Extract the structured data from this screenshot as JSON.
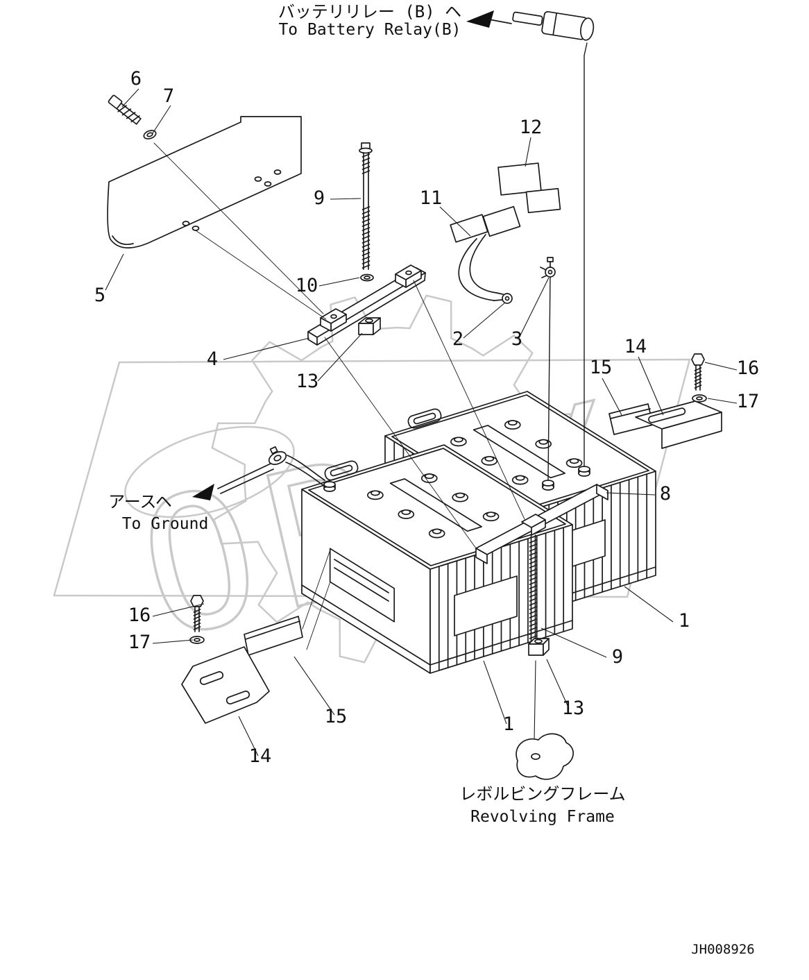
{
  "page": {
    "title_jp": "バッテリリレー (B) ヘ",
    "title_en": "To Battery Relay(B)",
    "ground_jp": "アースヘ",
    "ground_en": "To Ground",
    "frame_jp": "レボルビングフレーム",
    "frame_en": "Revolving Frame",
    "drawing_number": "JH008926",
    "watermark_text": "OPIX"
  },
  "colors": {
    "line": "#1a1a1a",
    "watermark": "#c9c9c9",
    "background": "#ffffff"
  },
  "callouts": [
    {
      "label": "6"
    },
    {
      "label": "7"
    },
    {
      "label": "9"
    },
    {
      "label": "11"
    },
    {
      "label": "12"
    },
    {
      "label": "10"
    },
    {
      "label": "5"
    },
    {
      "label": "2"
    },
    {
      "label": "3"
    },
    {
      "label": "4"
    },
    {
      "label": "13"
    },
    {
      "label": "15"
    },
    {
      "label": "14"
    },
    {
      "label": "16"
    },
    {
      "label": "17"
    },
    {
      "label": "8"
    },
    {
      "label": "1"
    },
    {
      "label": "16"
    },
    {
      "label": "17"
    },
    {
      "label": "9"
    },
    {
      "label": "13"
    },
    {
      "label": "15"
    },
    {
      "label": "1"
    },
    {
      "label": "14"
    }
  ]
}
